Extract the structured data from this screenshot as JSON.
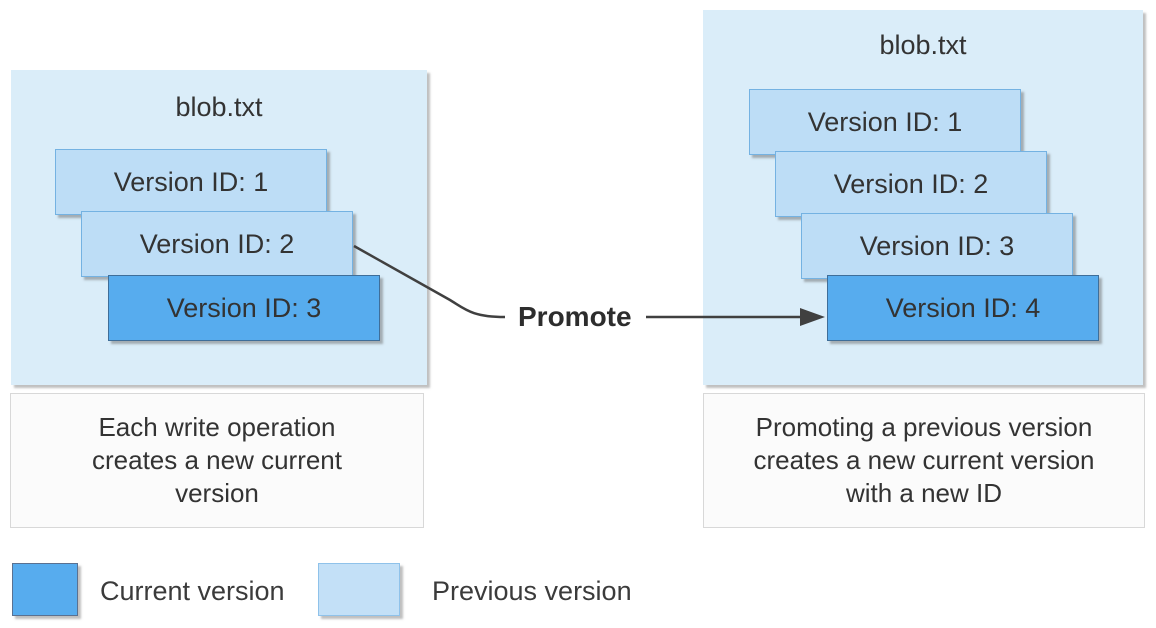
{
  "left_panel": {
    "title": "blob.txt",
    "versions": [
      {
        "label": "Version ID: 1",
        "state": "previous"
      },
      {
        "label": "Version ID: 2",
        "state": "previous"
      },
      {
        "label": "Version ID: 3",
        "state": "current"
      }
    ],
    "caption": "Each write operation\ncreates a new current\nversion"
  },
  "right_panel": {
    "title": "blob.txt",
    "versions": [
      {
        "label": "Version ID: 1",
        "state": "previous"
      },
      {
        "label": "Version ID: 2",
        "state": "previous"
      },
      {
        "label": "Version ID: 3",
        "state": "previous"
      },
      {
        "label": "Version ID: 4",
        "state": "current"
      }
    ],
    "caption": "Promoting a previous version\ncreates a new current version\nwith a new ID"
  },
  "connector": {
    "label": "Promote"
  },
  "legend": {
    "items": [
      {
        "label": "Current version",
        "color": "#57acee"
      },
      {
        "label": "Previous version",
        "color": "#c3e0f7"
      }
    ]
  },
  "colors": {
    "panel_background": "#daedf9",
    "previous_version_fill": "#bdddf6",
    "previous_version_border": "#74b2e2",
    "current_version_fill": "#57acee",
    "current_version_border": "#3f6e99",
    "caption_background": "#fbfbfb",
    "caption_border": "#d8d8d8",
    "arrow": "#404040",
    "text": "#333333"
  }
}
